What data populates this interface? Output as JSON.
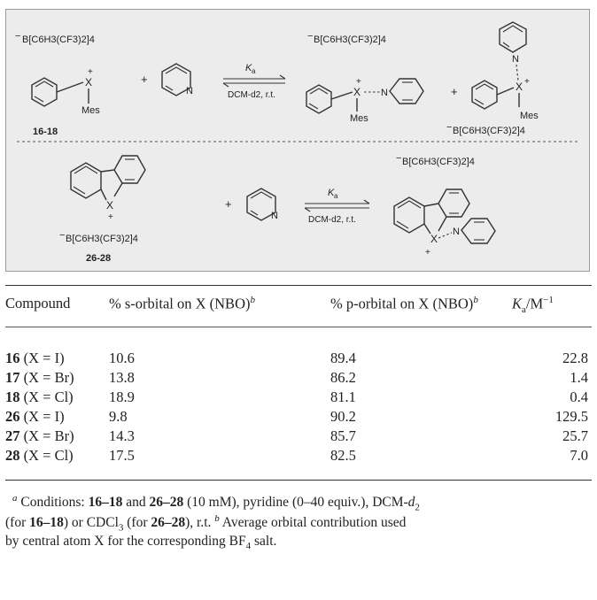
{
  "scheme": {
    "counterion": "B[C6H3(CF3)2]4",
    "plus": "+",
    "minus": "−",
    "x_atom": "X",
    "n_atom": "N",
    "mes": "Mes",
    "ka": "K",
    "ka_sub": "a",
    "conditions": "DCM-d2, r.t.",
    "label_top": "16-18",
    "label_bottom": "26-28"
  },
  "table": {
    "headers": {
      "compound": "Compound",
      "s_orbital": "% s-orbital on X (NBO)",
      "s_sup": "b",
      "p_orbital": "% p-orbital on X (NBO)",
      "p_sup": "b",
      "ka": "K",
      "ka_sub": "a",
      "ka_unit": "/M",
      "ka_exp": "−1"
    },
    "rows": [
      {
        "num": "16",
        "x": "(X = I)",
        "s": "10.6",
        "p": "89.4",
        "ka": "22.8"
      },
      {
        "num": "17",
        "x": "(X = Br)",
        "s": "13.8",
        "p": "86.2",
        "ka": "1.4"
      },
      {
        "num": "18",
        "x": "(X = Cl)",
        "s": "18.9",
        "p": "81.1",
        "ka": "0.4"
      },
      {
        "num": "26",
        "x": "(X = I)",
        "s": "9.8",
        "p": "90.2",
        "ka": "129.5"
      },
      {
        "num": "27",
        "x": "(X = Br)",
        "s": "14.3",
        "p": "85.7",
        "ka": "25.7"
      },
      {
        "num": "28",
        "x": "(X = Cl)",
        "s": "17.5",
        "p": "82.5",
        "ka": "7.0"
      }
    ]
  },
  "footnotes": {
    "a_mark": "a",
    "a_text1": " Conditions: ",
    "a_c1": "16–18",
    "a_and": " and ",
    "a_c2": "26–28",
    "a_text2": " (10 mM), pyridine (0–40 equiv.), DCM-",
    "a_d": "d",
    "a_dsub": "2",
    "a_line2a": "(for ",
    "a_c3": "16–18",
    "a_line2b": ") or CDCl",
    "a_cdsub": "3",
    "a_line2c": " (for ",
    "a_c4": "26–28",
    "a_line2d": "), r.t. ",
    "b_mark": "b",
    "b_text1": " Average orbital contribution used",
    "b_text2": "by central atom X for the corresponding BF",
    "b_sub": "4",
    "b_text3": " salt."
  }
}
